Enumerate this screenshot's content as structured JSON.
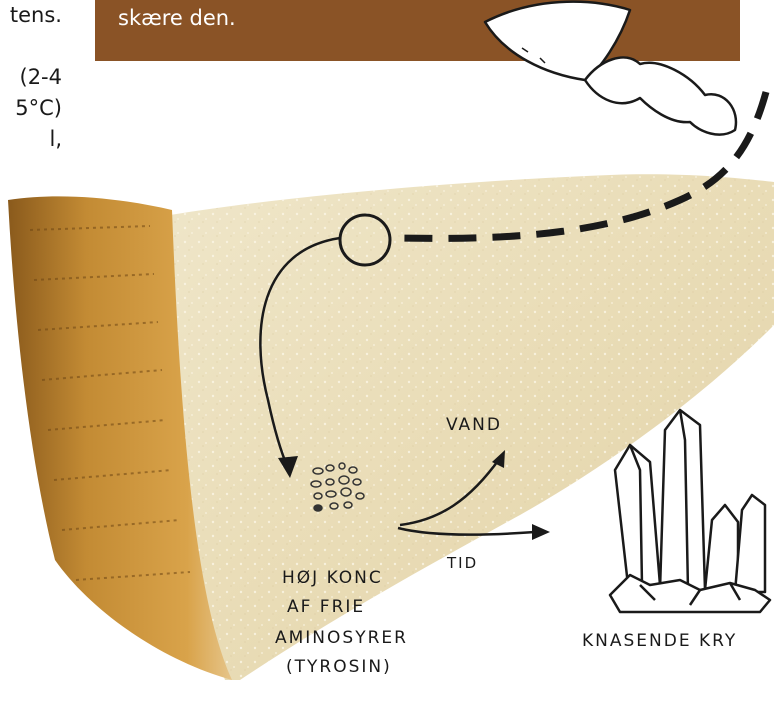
{
  "left_text": {
    "line1": "tens.",
    "line2": "(2-4",
    "line3": "5°C)",
    "line4": "l,"
  },
  "banner": {
    "text": "skære den.",
    "color": "#8a5326"
  },
  "labels": {
    "vand": "VAND",
    "tid": "TID",
    "amino_1": "HØJ KONC",
    "amino_2": "AF FRIE",
    "amino_3": "AMINOSYRER",
    "amino_4": "(TYROSIN)",
    "crystals": "KNASENDE KRY"
  },
  "icons": {
    "knife": "cheese-knife-icon",
    "crystals": "crystal-cluster-icon",
    "granules": "amino-acid-granules-icon"
  }
}
